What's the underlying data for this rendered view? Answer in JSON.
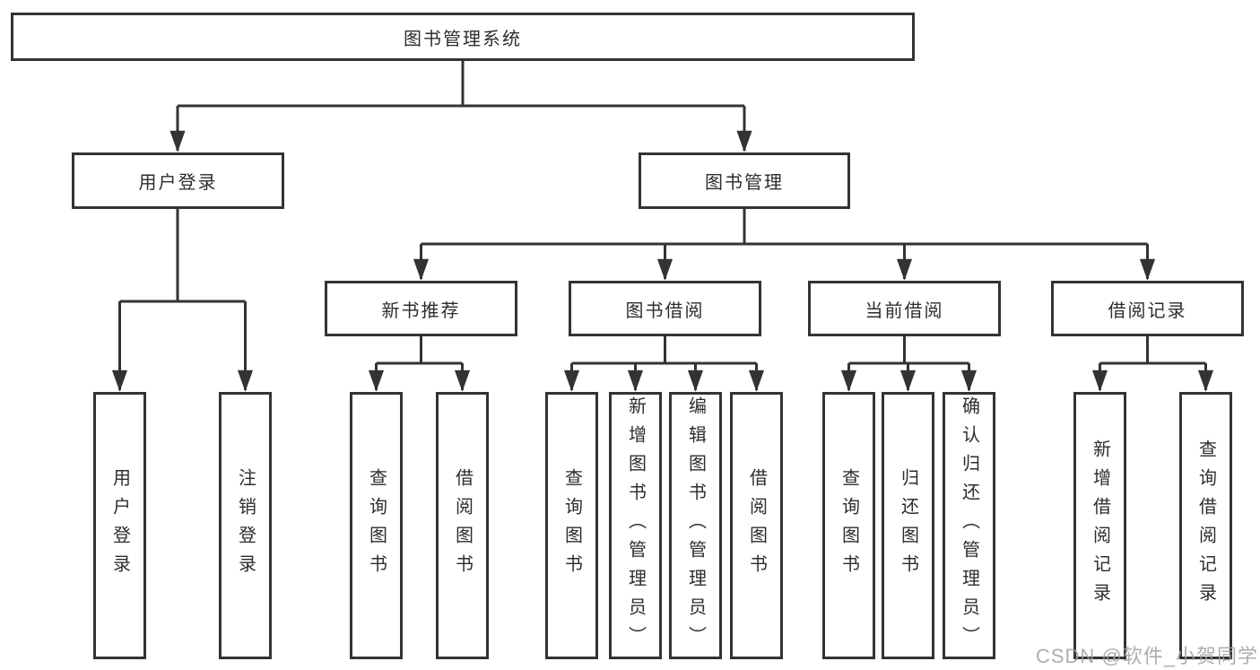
{
  "diagram": {
    "title": "图书管理系统",
    "nodes": {
      "root": {
        "label": "图书管理系统"
      },
      "user_login": {
        "label": "用户登录"
      },
      "book_mgmt": {
        "label": "图书管理"
      },
      "new_book_rec": {
        "label": "新书推荐"
      },
      "book_borrow": {
        "label": "图书借阅"
      },
      "current_borrow": {
        "label": "当前借阅"
      },
      "borrow_records": {
        "label": "借阅记录"
      },
      "leaf_user_login": {
        "label": "用户登录"
      },
      "leaf_logout": {
        "label": "注销登录"
      },
      "leaf_nbr_query": {
        "label": "查询图书"
      },
      "leaf_nbr_borrow": {
        "label": "借阅图书"
      },
      "leaf_bb_query": {
        "label": "查询图书"
      },
      "leaf_bb_add": {
        "label": "新增图书（管理员）"
      },
      "leaf_bb_edit": {
        "label": "编辑图书（管理员）"
      },
      "leaf_bb_borrow": {
        "label": "借阅图书"
      },
      "leaf_cb_query": {
        "label": "查询图书"
      },
      "leaf_cb_return": {
        "label": "归还图书"
      },
      "leaf_cb_confirm": {
        "label": "确认归还（管理员）"
      },
      "leaf_br_add": {
        "label": "新增借阅记录"
      },
      "leaf_br_query": {
        "label": "查询借阅记录"
      }
    },
    "hierarchy": [
      {
        "parent": "图书管理系统",
        "children": [
          "用户登录",
          "图书管理"
        ]
      },
      {
        "parent": "用户登录",
        "children": [
          "用户登录",
          "注销登录"
        ]
      },
      {
        "parent": "图书管理",
        "children": [
          "新书推荐",
          "图书借阅",
          "当前借阅",
          "借阅记录"
        ]
      },
      {
        "parent": "新书推荐",
        "children": [
          "查询图书",
          "借阅图书"
        ]
      },
      {
        "parent": "图书借阅",
        "children": [
          "查询图书",
          "新增图书（管理员）",
          "编辑图书（管理员）",
          "借阅图书"
        ]
      },
      {
        "parent": "当前借阅",
        "children": [
          "查询图书",
          "归还图书",
          "确认归还（管理员）"
        ]
      },
      {
        "parent": "借阅记录",
        "children": [
          "新增借阅记录",
          "查询借阅记录"
        ]
      }
    ],
    "colors": {
      "line": "#333333",
      "box_border": "#333333",
      "background": "#ffffff",
      "text": "#2d2d2d"
    }
  },
  "watermark": {
    "text": "CSDN @软件_小贺同学",
    "color": "#a0a0a0"
  }
}
